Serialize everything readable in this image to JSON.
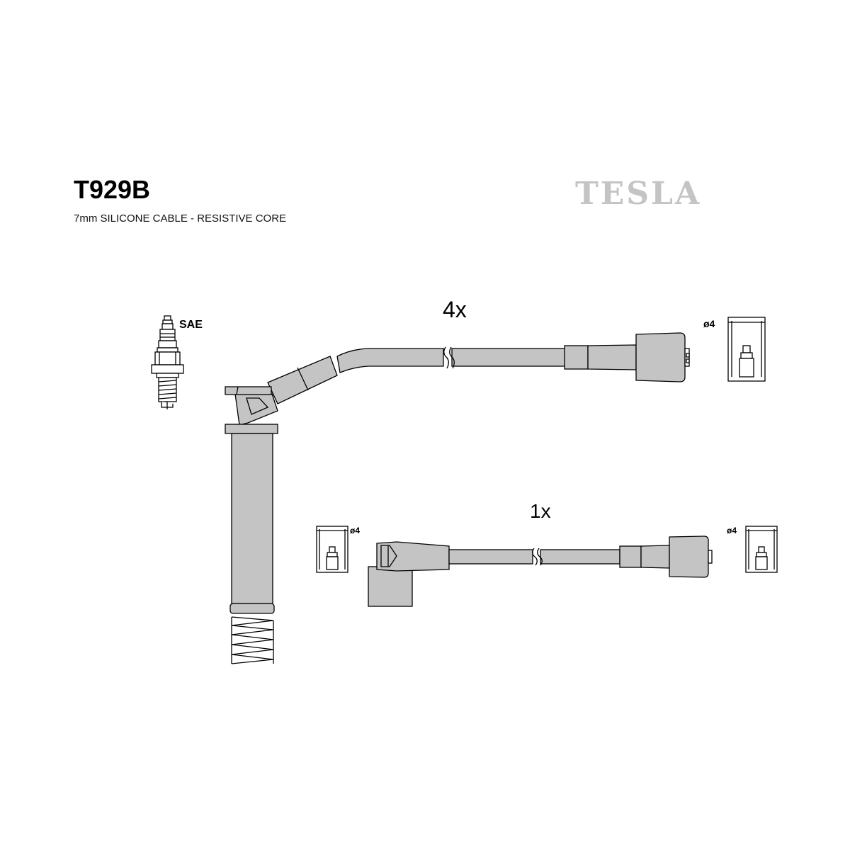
{
  "header": {
    "part_number": "T929B",
    "description": "7mm SILICONE CABLE - RESISTIVE CORE",
    "brand_logo": "TESLA"
  },
  "spark_plug": {
    "label": "SAE"
  },
  "cable_long": {
    "quantity_label": "4x",
    "terminal_label": "ø4"
  },
  "cable_short": {
    "quantity_label": "1x",
    "terminal_left_label": "ø4",
    "terminal_right_label": "ø4"
  },
  "colors": {
    "part_fill": "#c4c4c4",
    "outline": "#000000",
    "logo": "#c4c4c4",
    "background": "#ffffff"
  }
}
